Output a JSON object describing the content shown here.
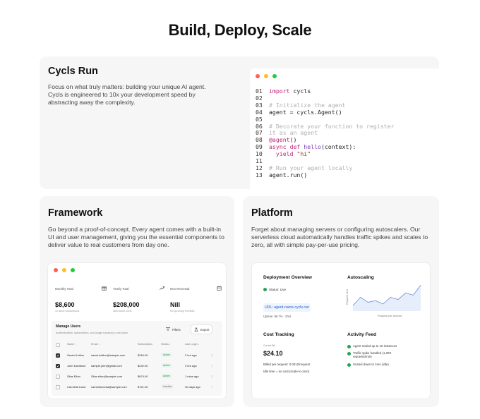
{
  "page": {
    "title": "Build, Deploy, Scale"
  },
  "colors": {
    "dot_red": "#ff5f57",
    "dot_yellow": "#febc2e",
    "dot_green": "#28c840",
    "accent_blue": "#2563c9",
    "status_green": "#22a35a"
  },
  "run": {
    "title": "Cycls Run",
    "description": "Focus on what truly matters: building your unique AI agent. Cycls is engineered to 10x your development speed by abstracting away the complexity.",
    "code": [
      {
        "n": "01",
        "parts": [
          {
            "t": "import",
            "c": "kw"
          },
          {
            "t": " cycls",
            "c": "tx"
          }
        ]
      },
      {
        "n": "02",
        "parts": []
      },
      {
        "n": "03",
        "parts": [
          {
            "t": "# Initialize the agent",
            "c": "cm"
          }
        ]
      },
      {
        "n": "04",
        "parts": [
          {
            "t": "agent = cycls.Agent()",
            "c": "tx"
          }
        ]
      },
      {
        "n": "05",
        "parts": []
      },
      {
        "n": "06",
        "parts": [
          {
            "t": "# Decorate your function to register",
            "c": "cm"
          }
        ]
      },
      {
        "n": "07",
        "parts": [
          {
            "t": "it as an agent",
            "c": "cm"
          }
        ]
      },
      {
        "n": "08",
        "parts": [
          {
            "t": "@agent",
            "c": "kw"
          },
          {
            "t": "()",
            "c": "tx"
          }
        ]
      },
      {
        "n": "09",
        "parts": [
          {
            "t": "async def ",
            "c": "kw"
          },
          {
            "t": "hello",
            "c": "fn"
          },
          {
            "t": "(context):",
            "c": "tx"
          }
        ]
      },
      {
        "n": "10",
        "parts": [
          {
            "t": "  yield ",
            "c": "kw"
          },
          {
            "t": "\"hi\"",
            "c": "st"
          }
        ]
      },
      {
        "n": "11",
        "parts": []
      },
      {
        "n": "12",
        "parts": [
          {
            "t": "# Run your agent locally",
            "c": "cm"
          }
        ]
      },
      {
        "n": "13",
        "parts": [
          {
            "t": "agent.run()",
            "c": "tx"
          }
        ]
      }
    ]
  },
  "framework": {
    "title": "Framework",
    "description": "Go beyond a proof-of-concept. Every agent comes with a built-in UI and user management, giving you the essential components to deliver value to real customers from day one.",
    "stats": [
      {
        "label": "Monthly Total",
        "icon": "gift-icon",
        "value": "$8,600",
        "sub": "10 active subscriptions"
      },
      {
        "label": "Yearly Total",
        "icon": "trend-up-icon",
        "value": "$208,000",
        "sub": "5800 active users"
      },
      {
        "label": "Next Renewal",
        "icon": "calendar-icon",
        "value": "Nill",
        "sub": "No upcoming renewals"
      }
    ],
    "users": {
      "title": "Manage Users",
      "subtitle": "Authentication, subscription, and usage tracking in one place",
      "filters_label": "Filters",
      "export_label": "Export",
      "columns": [
        "Name",
        "Email",
        "Subscription",
        "Status",
        "Last Login"
      ],
      "rows": [
        {
          "name": "Sarah Kotlinn",
          "email": "sarah.kotlinn@sample.com",
          "subscription": "$316.00",
          "status": "Active",
          "last_login": "2 hrs ago",
          "checked": true
        },
        {
          "name": "John Davidson",
          "email": "sample.john@gmail.com",
          "subscription": "$242.00",
          "status": "Active",
          "last_login": "3 hrs ago",
          "checked": true
        },
        {
          "name": "Silas Elton",
          "email": "Silas.elton@sample.com",
          "subscription": "$674.00",
          "status": "Active",
          "last_login": "1 mins ago",
          "checked": false
        },
        {
          "name": "Carmella Indra",
          "email": "carmella.indra@sample.com",
          "subscription": "$721.00",
          "status": "Inactive",
          "last_login": "30 days ago",
          "checked": false
        }
      ]
    }
  },
  "platform": {
    "title": "Platform",
    "description": "Forget about managing servers or configuring autoscalers. Our serverless cloud automatically handles traffic spikes and scales to zero, all with simple pay-per-use pricing.",
    "deployment": {
      "title": "Deployment Overview",
      "status": "Status: Live",
      "url": "URL: agent-name.cycls.run",
      "uptime": "Uptime: 99.7% - 2hrs"
    },
    "autoscaling": {
      "title": "Autoscaling",
      "ylabel": "Request sent",
      "xlabel": "Request per second",
      "values": [
        2,
        5,
        3.2,
        3.8,
        2.6,
        5,
        4.2,
        6.6,
        5.8,
        9.4
      ]
    },
    "cost": {
      "title": "Cost Tracking",
      "label": "Current Bill",
      "value": "$24.10",
      "per_request": "Billed per request: 0.0012/request",
      "idle": "Idle time = no cost (scale-to-zero)"
    },
    "feed": {
      "title": "Activity Feed",
      "items": [
        "Agent scaled up to 10 instances",
        "Traffic spike handled (1,203 requests/min)",
        "Scaled down to zero (idle)"
      ]
    }
  }
}
